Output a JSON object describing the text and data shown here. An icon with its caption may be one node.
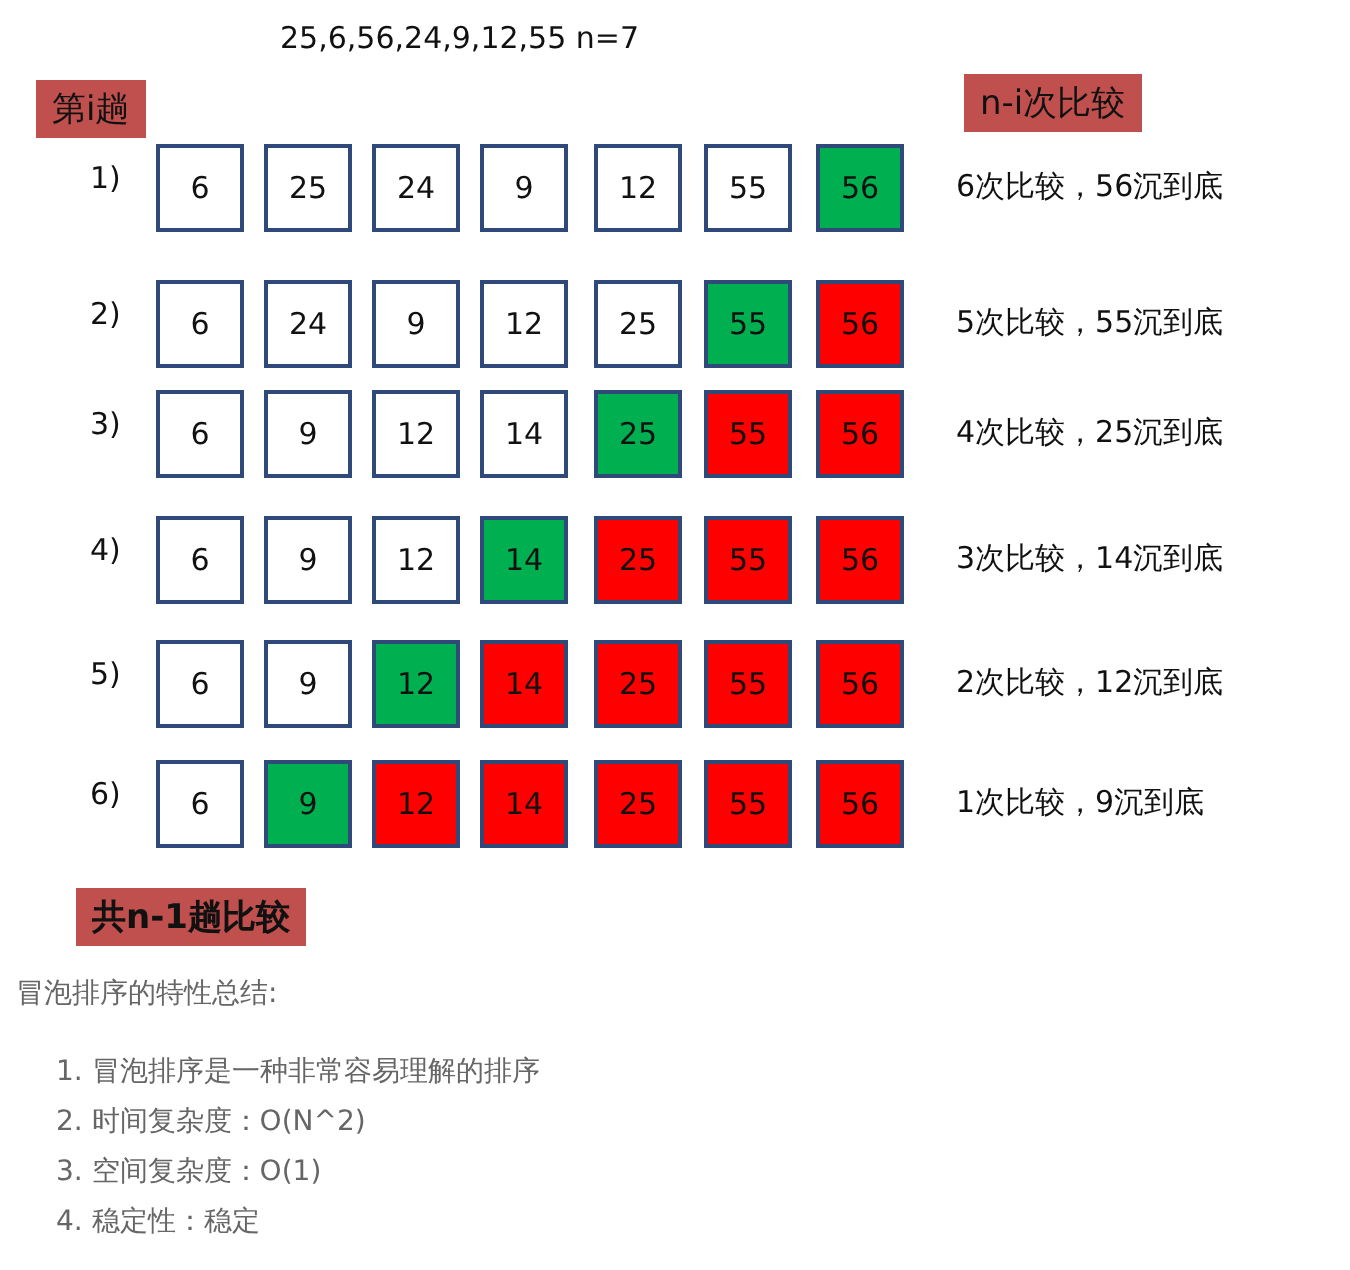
{
  "diagram": {
    "title": "25,6,56,24,9,12,55  n=7",
    "nodes": [
      {
        "text": [
          "第i趟"
        ]
      },
      {
        "text": [
          "n-i次比较"
        ]
      },
      {
        "text": [
          "6"
        ]
      },
      {
        "text": [
          "25"
        ]
      },
      {
        "text": [
          "24"
        ]
      },
      {
        "text": [
          "9"
        ]
      },
      {
        "text": [
          "12"
        ]
      },
      {
        "text": [
          "55"
        ]
      },
      {
        "text": [
          "56"
        ]
      },
      {
        "text": [
          "6"
        ]
      },
      {
        "text": [
          "24"
        ]
      },
      {
        "text": [
          "9"
        ]
      },
      {
        "text": [
          "12"
        ]
      },
      {
        "text": [
          "25"
        ]
      },
      {
        "text": [
          "55"
        ]
      },
      {
        "text": [
          "56"
        ]
      },
      {
        "text": [
          "6"
        ]
      },
      {
        "text": [
          "9"
        ]
      },
      {
        "text": [
          "12"
        ]
      },
      {
        "text": [
          "14"
        ]
      },
      {
        "text": [
          "25"
        ]
      },
      {
        "text": [
          "55"
        ]
      },
      {
        "text": [
          "56"
        ]
      },
      {
        "text": [
          "6"
        ]
      },
      {
        "text": [
          "9"
        ]
      },
      {
        "text": [
          "12"
        ]
      },
      {
        "text": [
          "14"
        ]
      },
      {
        "text": [
          "25"
        ]
      },
      {
        "text": [
          "55"
        ]
      },
      {
        "text": [
          "56"
        ]
      },
      {
        "text": [
          "6"
        ]
      },
      {
        "text": [
          "9"
        ]
      },
      {
        "text": [
          "12"
        ]
      },
      {
        "text": [
          "14"
        ]
      },
      {
        "text": [
          "25"
        ]
      },
      {
        "text": [
          "55"
        ]
      },
      {
        "text": [
          "56"
        ]
      },
      {
        "text": [
          "6"
        ]
      },
      {
        "text": [
          "9"
        ]
      },
      {
        "text": [
          "12"
        ]
      },
      {
        "text": [
          "14"
        ]
      },
      {
        "text": [
          "25"
        ]
      },
      {
        "text": [
          "55"
        ]
      },
      {
        "text": [
          "56"
        ]
      },
      {
        "text": [
          "共n-1趟比较"
        ]
      }
    ],
    "labels": [
      "1)",
      "6次比较，56沉到底",
      "2)",
      "5次比较，55沉到底",
      "3)",
      "4次比较，25沉到底",
      "4)",
      "3次比较，14沉到底",
      "5)",
      "2次比较，12沉到底",
      "6)",
      "1次比较，9沉到底",
      "冒泡排序的特性总结:",
      "1. 冒泡排序是一种非常容易理解的排序",
      "2. 时间复杂度：O(N^2)",
      "3. 空间复杂度：O(1)",
      "4. 稳定性：稳定"
    ]
  }
}
